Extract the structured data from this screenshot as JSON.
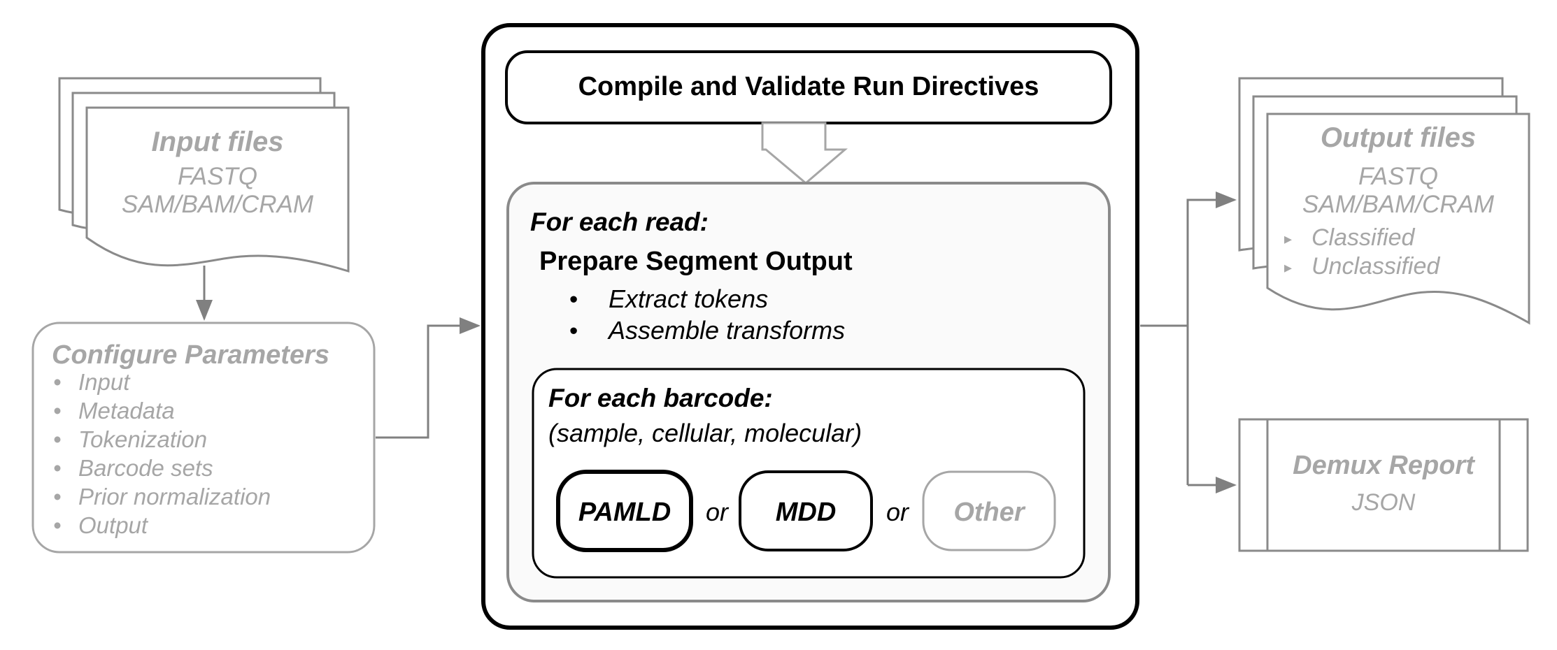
{
  "input_files": {
    "title": "Input files",
    "lines": [
      "FASTQ",
      "SAM/BAM/CRAM"
    ]
  },
  "configure": {
    "title": "Configure Parameters",
    "bullet": "•",
    "items": [
      "Input",
      "Metadata",
      "Tokenization",
      "Barcode sets",
      "Prior normalization",
      "Output"
    ]
  },
  "main": {
    "header": "Compile and Validate Run Directives",
    "read_loop": {
      "title": "For each read:",
      "subtitle": "Prepare Segment Output",
      "bullet": "•",
      "items": [
        "Extract tokens",
        "Assemble transforms"
      ]
    },
    "barcode_loop": {
      "title": "For each barcode:",
      "subtitle": "(sample, cellular, molecular)",
      "methods": [
        "PAMLD",
        "MDD",
        "Other"
      ],
      "separators": [
        "or",
        "or"
      ]
    }
  },
  "output_files": {
    "title": "Output files",
    "lines": [
      "FASTQ",
      "SAM/BAM/CRAM"
    ],
    "marker": "▸",
    "items": [
      "Classified",
      "Unclassified"
    ]
  },
  "report": {
    "title": "Demux Report",
    "format": "JSON"
  },
  "colors": {
    "dark": "#000000",
    "gray": "#8a8a8a",
    "light_gray": "#a6a6a6",
    "panel_fill": "#fafafa"
  }
}
